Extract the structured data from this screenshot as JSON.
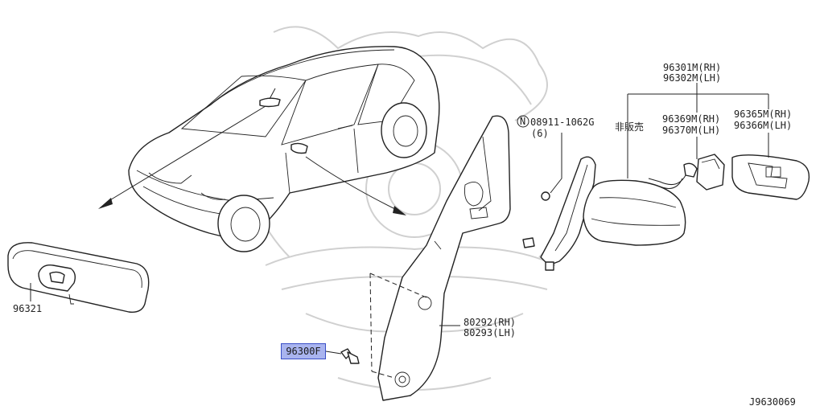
{
  "labels": {
    "mirror_assy_rh": "96301M(RH)",
    "mirror_assy_lh": "96302M(LH)",
    "not_for_sale": "非販売",
    "mirror_glass_rh": "96365M(RH)",
    "mirror_glass_lh": "96366M(LH)",
    "motor_rh": "96369M(RH)",
    "motor_lh": "96370M(LH)",
    "nut_part": "08911-1062G",
    "nut_marker": "N",
    "nut_qty": "(6)",
    "finisher_rh": "80292(RH)",
    "finisher_lh": "80293(LH)",
    "inside_mirror": "96321",
    "highlighted_part": "96300F",
    "diagram_id": "J9630069"
  },
  "colors": {
    "highlight_fill": "#a9b4ef",
    "highlight_border": "#3a4fc7",
    "line": "#222222",
    "watermark": "#d0d0d0"
  }
}
